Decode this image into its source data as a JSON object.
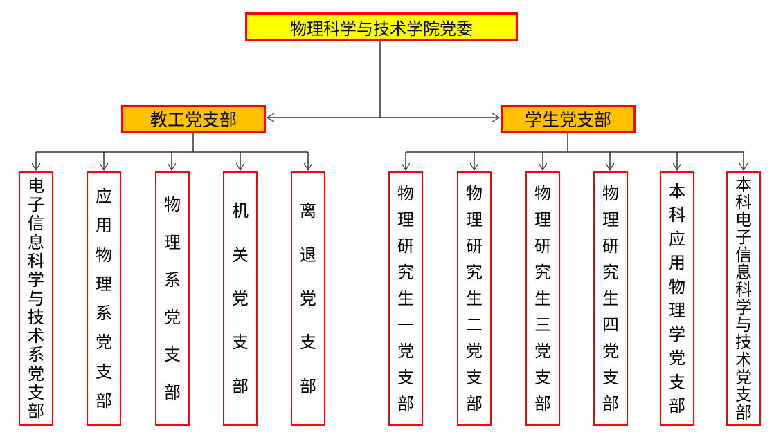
{
  "root": {
    "label": "物理科学与技术学院党委"
  },
  "branches": [
    {
      "label": "教工党支部",
      "children": [
        "电子信息科学与技术系党支部",
        "应用物理系党支部",
        "物理系党支部",
        "机关党支部",
        "离退党支部"
      ]
    },
    {
      "label": "学生党支部",
      "children": [
        "物理研究生一党支部",
        "物理研究生二党支部",
        "物理研究生三党支部",
        "物理研究生四党支部",
        "本科应用物理学党支部",
        "本科电子信息科学与技术党支部"
      ]
    }
  ],
  "colors": {
    "root_fill": "#FFFF00",
    "branch_fill": "#FFC000",
    "border": "#FF0000"
  }
}
